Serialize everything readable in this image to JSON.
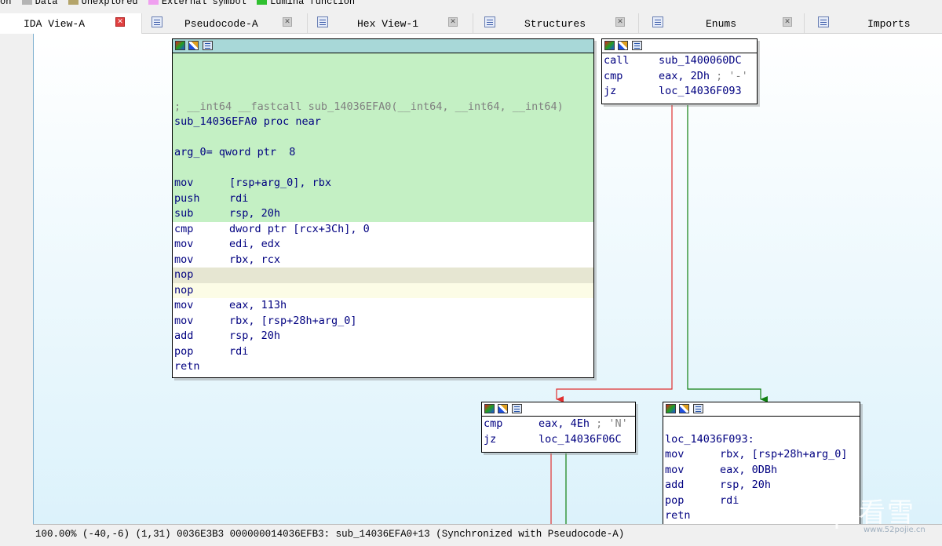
{
  "legend": {
    "items": [
      {
        "label": "on",
        "color": ""
      },
      {
        "label": "Data",
        "color": "#b4b4b4"
      },
      {
        "label": "Unexplored",
        "color": "#b4a46a"
      },
      {
        "label": "External symbol",
        "color": "#f0a0f0"
      },
      {
        "label": "Lumina function",
        "color": "#30c030"
      }
    ]
  },
  "tabs": [
    {
      "label": "IDA View-A",
      "active": true
    },
    {
      "label": "Pseudocode-A",
      "active": false
    },
    {
      "label": "Hex View-1",
      "active": false
    },
    {
      "label": "Structures",
      "active": false
    },
    {
      "label": "Enums",
      "active": false
    },
    {
      "label": "Imports",
      "active": false
    }
  ],
  "nodes": {
    "main": {
      "lines": [
        {
          "text": "",
          "bg": "green"
        },
        {
          "text": "",
          "bg": "green"
        },
        {
          "text": "",
          "bg": "green"
        },
        {
          "cmt": "; __int64 __fastcall sub_14036EFA0(__int64, __int64, __int64)",
          "bg": "green"
        },
        {
          "text": "sub_14036EFA0 proc near",
          "bg": "green"
        },
        {
          "text": "",
          "bg": "green"
        },
        {
          "arg": "arg_0= qword ptr  8",
          "bg": "green"
        },
        {
          "text": "",
          "bg": "green"
        },
        {
          "mn": "mov",
          "ops": "[rsp+arg_0], rbx",
          "bg": "green"
        },
        {
          "mn": "push",
          "ops": "rdi",
          "bg": "green"
        },
        {
          "mn": "sub",
          "ops": "rsp, 20h",
          "bg": "green"
        },
        {
          "mn": "cmp",
          "ops": "dword ptr [rcx+3Ch], 0",
          "bg": "white"
        },
        {
          "mn": "mov",
          "ops": "edi, edx",
          "bg": "white"
        },
        {
          "mn": "mov",
          "ops": "rbx, rcx",
          "bg": "white"
        },
        {
          "mn": "nop",
          "ops": "",
          "bg": "gray"
        },
        {
          "mn": "nop",
          "ops": "",
          "bg": "yellow"
        },
        {
          "mn": "mov",
          "ops": "eax, 113h",
          "bg": "white"
        },
        {
          "mn": "mov",
          "ops": "rbx, [rsp+28h+arg_0]",
          "bg": "white"
        },
        {
          "mn": "add",
          "ops": "rsp, 20h",
          "bg": "white"
        },
        {
          "mn": "pop",
          "ops": "rdi",
          "bg": "white"
        },
        {
          "mn": "retn",
          "ops": "",
          "bg": "white"
        }
      ]
    },
    "top_right": {
      "lines": [
        {
          "mn": "call",
          "ops": "sub_1400060DC",
          "cmt": ""
        },
        {
          "mn": "cmp",
          "ops": "eax, 2Dh",
          "cmt": " ; '-'"
        },
        {
          "mn": "jz",
          "ops": "loc_14036F093",
          "cmt": ""
        }
      ]
    },
    "mid": {
      "lines": [
        {
          "mn": "cmp",
          "ops": "eax, 4Eh",
          "cmt": " ; 'N'"
        },
        {
          "mn": "jz",
          "ops": "loc_14036F06C",
          "cmt": ""
        }
      ]
    },
    "loc_f093": {
      "label": "loc_14036F093:",
      "lines": [
        {
          "mn": "mov",
          "ops": "rbx, [rsp+28h+arg_0]"
        },
        {
          "mn": "mov",
          "ops": "eax, 0DBh"
        },
        {
          "mn": "add",
          "ops": "rsp, 20h"
        },
        {
          "mn": "pop",
          "ops": "rdi"
        },
        {
          "mn": "retn",
          "ops": ""
        }
      ]
    }
  },
  "status": {
    "zoom": "100.00%",
    "coords": "(-40,-6)",
    "cursor": "(1,31)",
    "offset": "0036E3B3",
    "address": "000000014036EFB3: sub_14036EFA0+13",
    "sync": "(Synchronized with Pseudocode-A)"
  },
  "watermark": {
    "text": "看雪",
    "url": "www.52pojie.cn"
  },
  "colors": {
    "edge_false": "#e03030",
    "edge_true": "#108010",
    "node_active_title": "#a8d8d8",
    "lumina_green": "#c4f0c4"
  }
}
